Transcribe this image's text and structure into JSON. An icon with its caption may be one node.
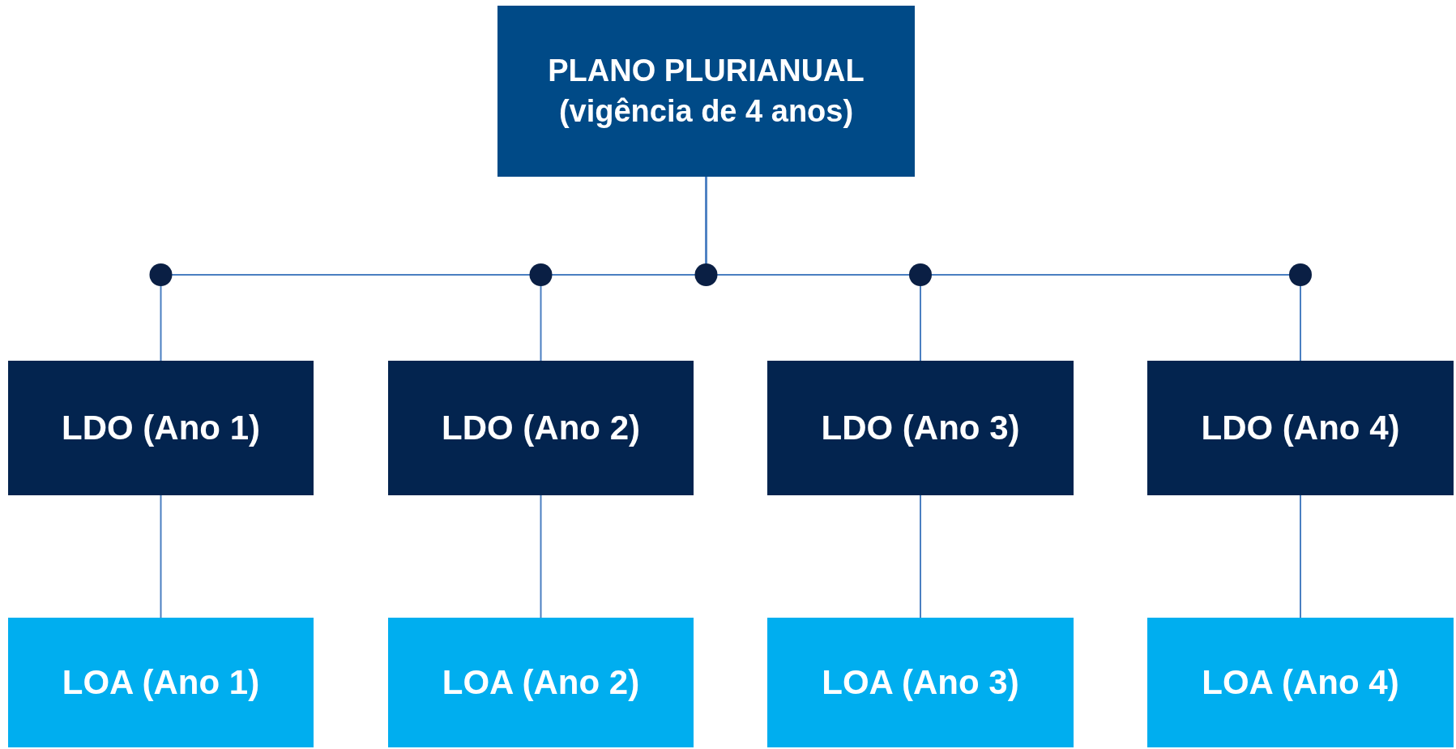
{
  "diagram": {
    "nodes": [
      {
        "text": [
          "PLANO PLURIANUAL (vigência de 4 anos)"
        ]
      },
      {
        "text": [
          "LDO (Ano 1)"
        ]
      },
      {
        "text": [
          "LDO (Ano 2)"
        ]
      },
      {
        "text": [
          "LDO (Ano 3)"
        ]
      },
      {
        "text": [
          "LDO (Ano 4)"
        ]
      },
      {
        "text": [
          "LOA (Ano 1)"
        ]
      },
      {
        "text": [
          "LOA (Ano 2)"
        ]
      },
      {
        "text": [
          "LOA (Ano 3)"
        ]
      },
      {
        "text": [
          "LOA (Ano 4)"
        ]
      }
    ],
    "edges": [
      {
        "from": 0,
        "to": 1,
        "arrow": "none"
      },
      {
        "from": 0,
        "to": 2,
        "arrow": "none"
      },
      {
        "from": 0,
        "to": 3,
        "arrow": "none"
      },
      {
        "from": 0,
        "to": 4,
        "arrow": "none"
      },
      {
        "from": 1,
        "to": 5,
        "arrow": "none"
      },
      {
        "from": 2,
        "to": 6,
        "arrow": "none"
      },
      {
        "from": 3,
        "to": 7,
        "arrow": "none"
      },
      {
        "from": 4,
        "to": 8,
        "arrow": "none"
      }
    ]
  }
}
